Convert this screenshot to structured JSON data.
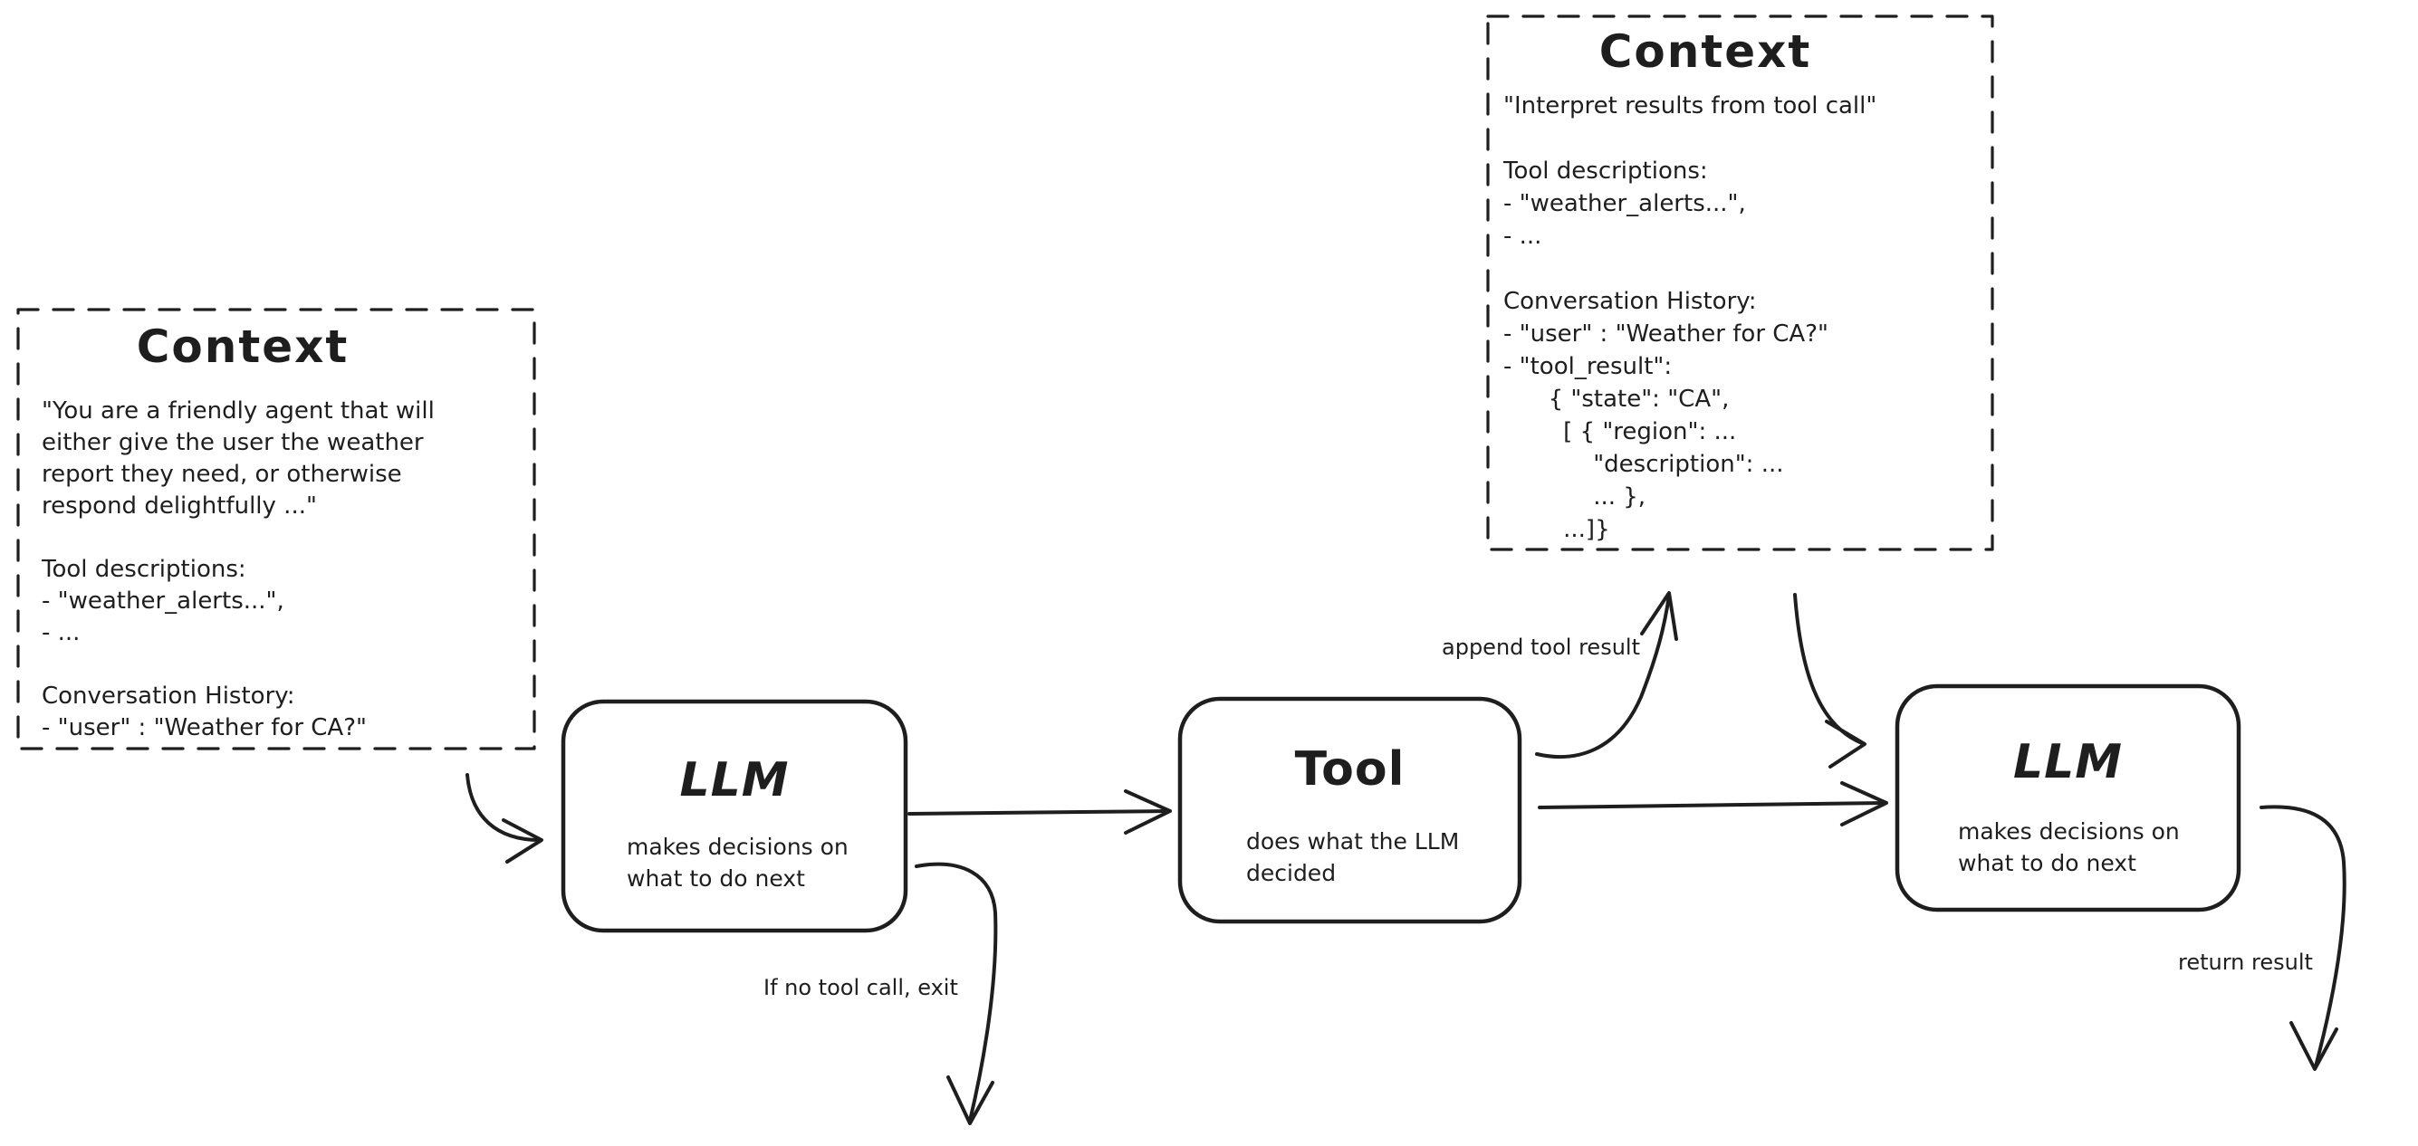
{
  "diagram": {
    "background": "#ffffff",
    "stroke_color": "#1e1e1e",
    "nodes": {
      "context_left": {
        "title": "Context",
        "body": "\"You are a friendly agent that will\neither give the user the weather\nreport they need, or otherwise\nrespond delightfully ...\"\n\nTool descriptions:\n- \"weather_alerts...\",\n- ...\n\nConversation History:\n- \"user\" : \"Weather for CA?\""
      },
      "context_right": {
        "title": "Context",
        "body": "\"Interpret results from tool call\"\n\nTool descriptions:\n- \"weather_alerts...\",\n- ...\n\nConversation History:\n- \"user\" : \"Weather for CA?\"\n- \"tool_result\":\n      { \"state\": \"CA\",\n        [ { \"region\": ...\n            \"description\": ...\n            ... },\n        ...]}"
      },
      "llm_first": {
        "title": "LLM",
        "subtitle": "makes decisions on\nwhat to do next"
      },
      "tool": {
        "title": "Tool",
        "subtitle": "does what the LLM\ndecided"
      },
      "llm_second": {
        "title": "LLM",
        "subtitle": "makes decisions on\nwhat to do next"
      }
    },
    "edge_labels": {
      "append_tool_result": "append tool result",
      "if_no_tool_call_exit": "If no tool call, exit",
      "return_result": "return result"
    }
  }
}
